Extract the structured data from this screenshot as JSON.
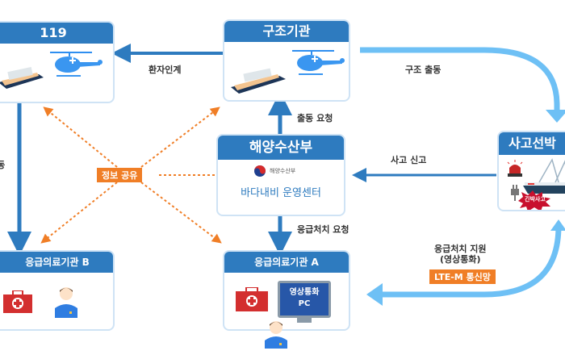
{
  "nodes": {
    "fire_119": {
      "title": "119"
    },
    "rescue": {
      "title": "구조기관"
    },
    "ministry": {
      "title": "해양수산부",
      "logo_text": "해양수산부",
      "center": "바다내비 운영센터"
    },
    "accident": {
      "title": "사고선박",
      "badge": "긴박사고"
    },
    "hospital_b": {
      "title": "응급의료기관 B"
    },
    "hospital_a": {
      "title": "응급의료기관 A",
      "monitor_line1": "영상통화",
      "monitor_line2": "PC"
    }
  },
  "edges": {
    "patient_transfer": "환자인계",
    "rescue_dispatch": "구조 출동",
    "dispatch_request": "출동 요청",
    "accident_report": "사고 신고",
    "first_aid_request": "응급처치 요청",
    "first_aid_support_line1": "응급처치 지원",
    "first_aid_support_line2": "(영상통화)",
    "network": "LTE-M 통신망",
    "info_share": "정보 공유",
    "left_vertical": "출동"
  },
  "colors": {
    "primary": "#2e7bbf",
    "light_arrow": "#6ec0f5",
    "orange": "#f07e26",
    "box_border": "#cfe3f5"
  }
}
